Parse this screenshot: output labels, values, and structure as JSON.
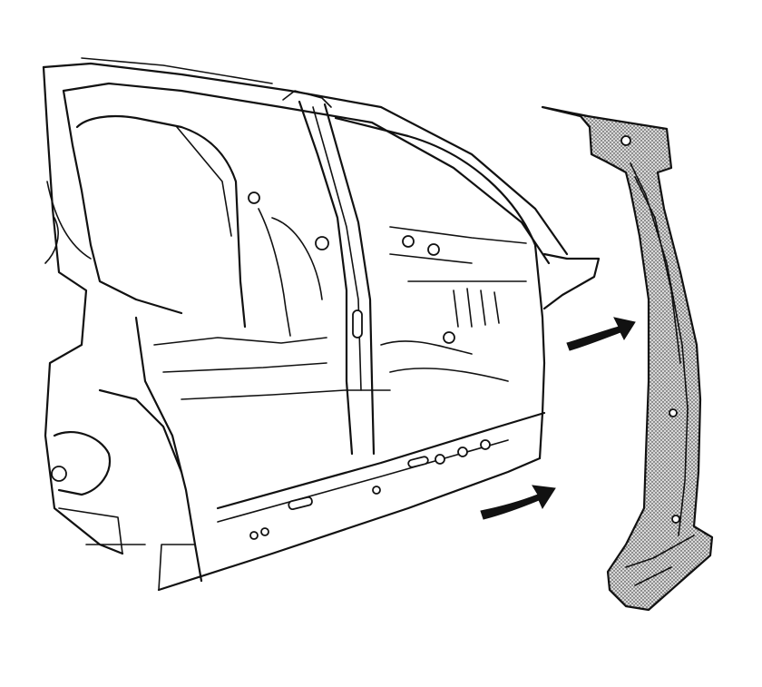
{
  "diagram": {
    "subject": "vehicle-body-side-b-pillar-removal",
    "colors": {
      "line": "#111111",
      "background": "#ffffff",
      "highlight_fill": "#bdbdbd",
      "arrow": "#111111"
    },
    "icons": [
      "arrow-icon",
      "b-pillar-part",
      "vehicle-body-side"
    ]
  }
}
